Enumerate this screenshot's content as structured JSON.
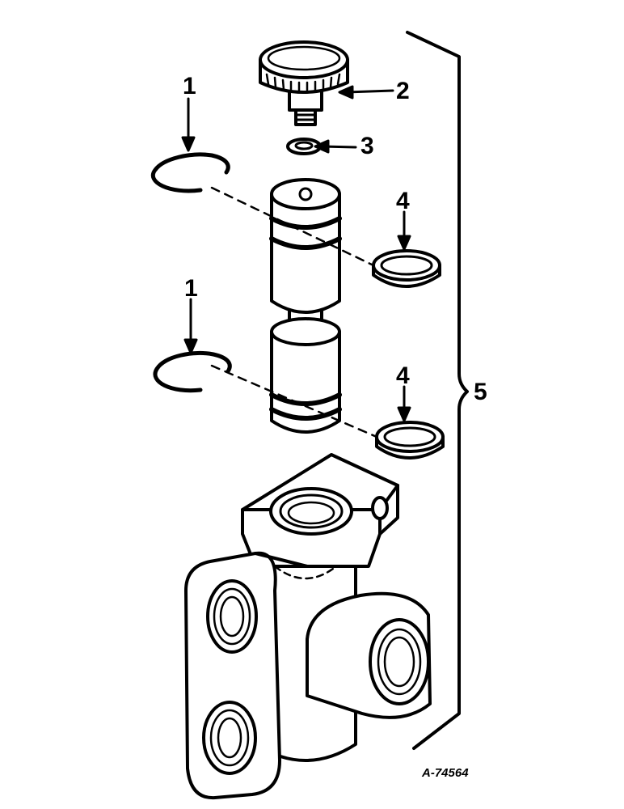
{
  "callouts": {
    "retaining_ring_upper": "1",
    "knob": "2",
    "washer": "3",
    "seal_ring_upper": "4",
    "retaining_ring_lower": "1",
    "seal_ring_lower": "4",
    "assembly": "5"
  },
  "figure_number": "A-74564",
  "colors": {
    "ink": "#000000",
    "paper": "#ffffff"
  }
}
